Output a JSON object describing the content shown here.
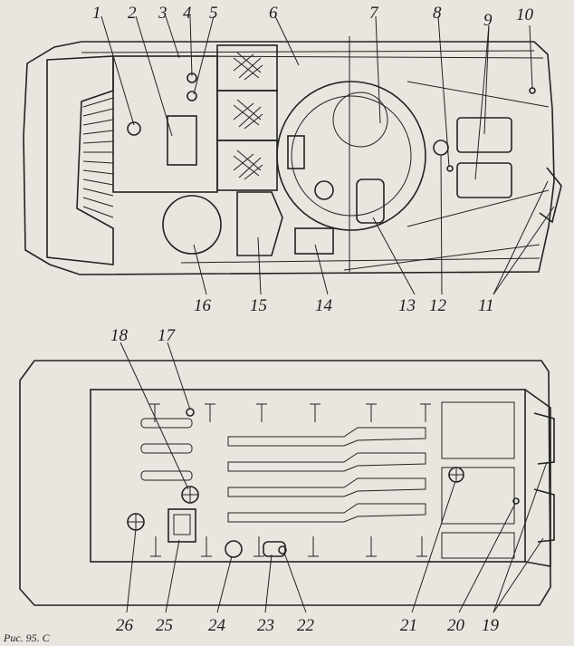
{
  "caption": "Рис. 95. С",
  "top_view_callouts": [
    {
      "id": "c1",
      "label": "1"
    },
    {
      "id": "c2",
      "label": "2"
    },
    {
      "id": "c3",
      "label": "3"
    },
    {
      "id": "c4",
      "label": "4"
    },
    {
      "id": "c5",
      "label": "5"
    },
    {
      "id": "c6",
      "label": "6"
    },
    {
      "id": "c7",
      "label": "7"
    },
    {
      "id": "c8",
      "label": "8"
    },
    {
      "id": "c9",
      "label": "9"
    },
    {
      "id": "c10",
      "label": "10"
    },
    {
      "id": "c11",
      "label": "11"
    },
    {
      "id": "c12",
      "label": "12"
    },
    {
      "id": "c13",
      "label": "13"
    },
    {
      "id": "c14",
      "label": "14"
    },
    {
      "id": "c15",
      "label": "15"
    },
    {
      "id": "c16",
      "label": "16"
    }
  ],
  "bottom_view_callouts": [
    {
      "id": "c17",
      "label": "17"
    },
    {
      "id": "c18",
      "label": "18"
    },
    {
      "id": "c19",
      "label": "19"
    },
    {
      "id": "c20",
      "label": "20"
    },
    {
      "id": "c21",
      "label": "21"
    },
    {
      "id": "c22",
      "label": "22"
    },
    {
      "id": "c23",
      "label": "23"
    },
    {
      "id": "c24",
      "label": "24"
    },
    {
      "id": "c25",
      "label": "25"
    },
    {
      "id": "c26",
      "label": "26"
    }
  ],
  "colors": {
    "paper": "#e9e6df",
    "ink": "#222222"
  }
}
